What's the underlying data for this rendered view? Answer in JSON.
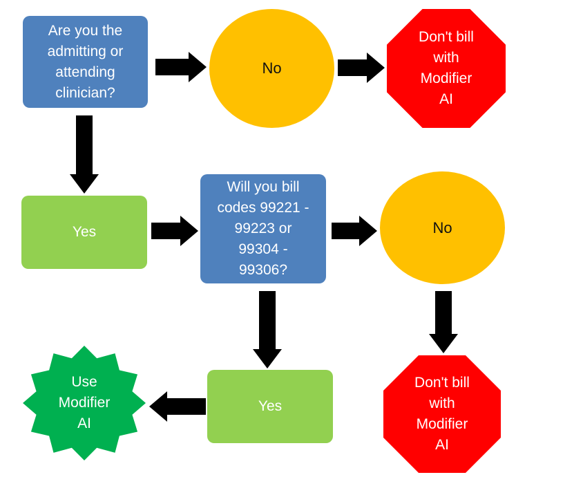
{
  "colors": {
    "question": "#4f81bd",
    "no_circle": "#ffc000",
    "stop": "#ff0000",
    "yes": "#92d050",
    "use": "#00b050",
    "arrow": "#000000"
  },
  "nodes": {
    "question1": "Are you the\nadmitting or\nattending\nclinician?",
    "no1": "No",
    "stop1": "Don't bill\nwith\nModifier\nAI",
    "yes1": "Yes",
    "question2": "Will you bill\ncodes 99221 -\n99223 or\n99304 -\n99306?",
    "no2": "No",
    "use_modifier": "Use\nModifier\nAI",
    "yes2": "Yes",
    "stop2": "Don't bill\nwith\nModifier\nAI"
  }
}
